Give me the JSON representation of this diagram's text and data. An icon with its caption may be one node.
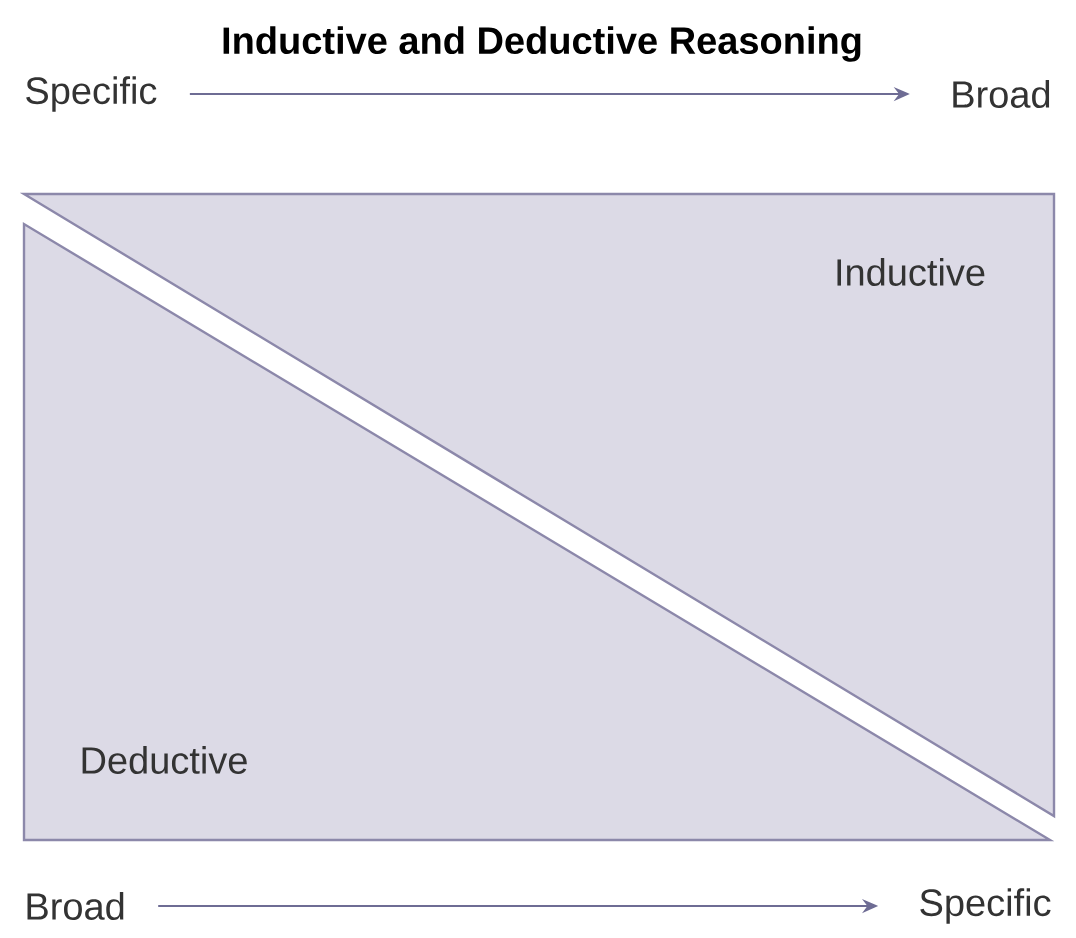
{
  "diagram": {
    "title": "Inductive and Deductive Reasoning",
    "nodes": [
      {
        "text": [
          "Specific"
        ]
      },
      {
        "text": [
          "Broad"
        ]
      },
      {
        "text": [
          "Inductive"
        ]
      },
      {
        "text": [
          "Deductive"
        ]
      },
      {
        "text": [
          "Broad"
        ]
      },
      {
        "text": [
          "Specific"
        ]
      }
    ],
    "edges": [
      {
        "from": 0,
        "to": 1,
        "arrow": "to"
      },
      {
        "from": 4,
        "to": 5,
        "arrow": "to"
      }
    ]
  }
}
